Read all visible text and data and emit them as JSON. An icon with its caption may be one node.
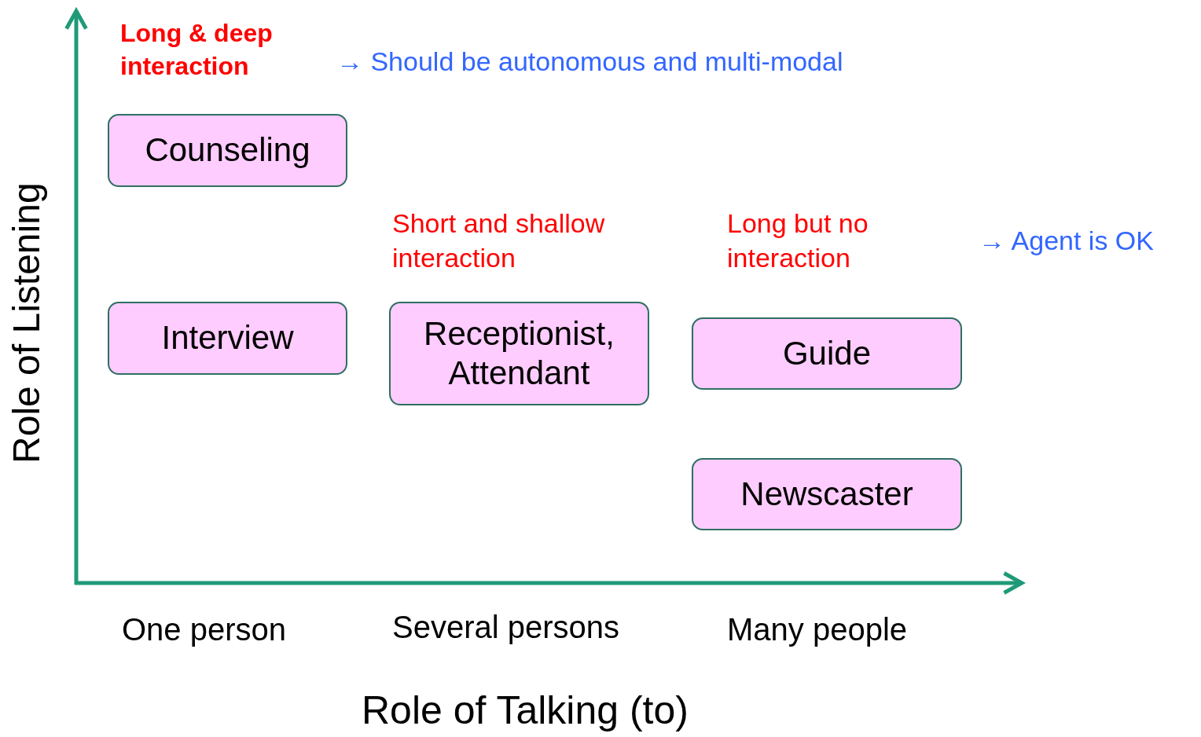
{
  "diagram": {
    "nodes": [
      {
        "text": [
          "Counseling"
        ]
      },
      {
        "text": [
          "Interview"
        ]
      },
      {
        "text": [
          "Receptionist, Attendant"
        ]
      },
      {
        "text": [
          "Guide"
        ]
      },
      {
        "text": [
          "Newscaster"
        ]
      }
    ],
    "labels": [
      "Long & deep interaction",
      "→ Should be autonomous and multi-modal",
      "Short and shallow interaction",
      "Long but no interaction",
      "→ Agent is OK",
      "Role of Listening",
      "One person",
      "Several persons",
      "Many people",
      "Role of Talking (to)"
    ]
  }
}
